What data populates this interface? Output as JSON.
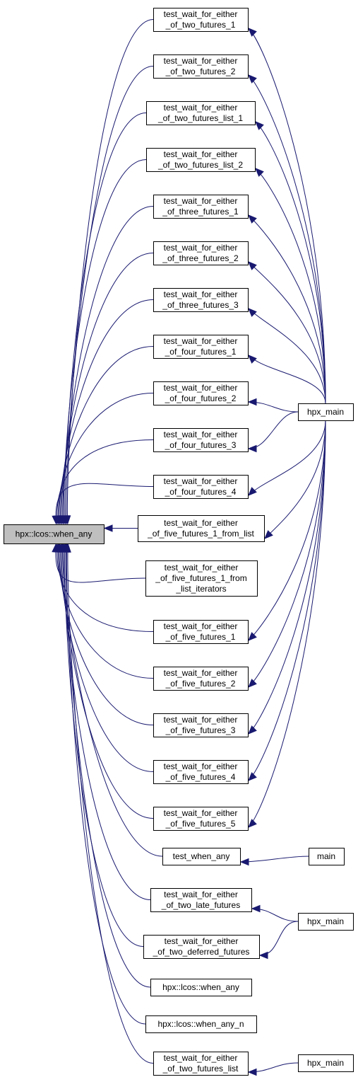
{
  "graph": {
    "root": {
      "id": "root",
      "lines": [
        "hpx::lcos::when_any"
      ]
    },
    "callers": [
      {
        "id": "c1",
        "lines": [
          "test_wait_for_either",
          "_of_two_futures_1"
        ]
      },
      {
        "id": "c2",
        "lines": [
          "test_wait_for_either",
          "_of_two_futures_2"
        ]
      },
      {
        "id": "c3",
        "lines": [
          "test_wait_for_either",
          "_of_two_futures_list_1"
        ]
      },
      {
        "id": "c4",
        "lines": [
          "test_wait_for_either",
          "_of_two_futures_list_2"
        ]
      },
      {
        "id": "c5",
        "lines": [
          "test_wait_for_either",
          "_of_three_futures_1"
        ]
      },
      {
        "id": "c6",
        "lines": [
          "test_wait_for_either",
          "_of_three_futures_2"
        ]
      },
      {
        "id": "c7",
        "lines": [
          "test_wait_for_either",
          "_of_three_futures_3"
        ]
      },
      {
        "id": "c8",
        "lines": [
          "test_wait_for_either",
          "_of_four_futures_1"
        ]
      },
      {
        "id": "c9",
        "lines": [
          "test_wait_for_either",
          "_of_four_futures_2"
        ]
      },
      {
        "id": "c10",
        "lines": [
          "test_wait_for_either",
          "_of_four_futures_3"
        ]
      },
      {
        "id": "c11",
        "lines": [
          "test_wait_for_either",
          "_of_four_futures_4"
        ]
      },
      {
        "id": "c12",
        "lines": [
          "test_wait_for_either",
          "_of_five_futures_1_from_list"
        ]
      },
      {
        "id": "c13",
        "lines": [
          "test_wait_for_either",
          "_of_five_futures_1_from",
          "_list_iterators"
        ]
      },
      {
        "id": "c14",
        "lines": [
          "test_wait_for_either",
          "_of_five_futures_1"
        ]
      },
      {
        "id": "c15",
        "lines": [
          "test_wait_for_either",
          "_of_five_futures_2"
        ]
      },
      {
        "id": "c16",
        "lines": [
          "test_wait_for_either",
          "_of_five_futures_3"
        ]
      },
      {
        "id": "c17",
        "lines": [
          "test_wait_for_either",
          "_of_five_futures_4"
        ]
      },
      {
        "id": "c18",
        "lines": [
          "test_wait_for_either",
          "_of_five_futures_5"
        ]
      },
      {
        "id": "c19",
        "lines": [
          "test_when_any"
        ]
      },
      {
        "id": "c20",
        "lines": [
          "test_wait_for_either",
          "_of_two_late_futures"
        ]
      },
      {
        "id": "c21",
        "lines": [
          "test_wait_for_either",
          "_of_two_deferred_futures"
        ]
      },
      {
        "id": "c22",
        "lines": [
          "hpx::lcos::when_any"
        ]
      },
      {
        "id": "c23",
        "lines": [
          "hpx::lcos::when_any_n"
        ]
      },
      {
        "id": "c24",
        "lines": [
          "test_wait_for_either",
          "_of_two_futures_list"
        ]
      }
    ],
    "drivers": [
      {
        "id": "d1",
        "lines": [
          "hpx_main"
        ]
      },
      {
        "id": "d2",
        "lines": [
          "main"
        ]
      },
      {
        "id": "d3",
        "lines": [
          "hpx_main"
        ]
      },
      {
        "id": "d4",
        "lines": [
          "hpx_main"
        ]
      }
    ],
    "edges": [
      [
        "d1",
        "c1"
      ],
      [
        "d1",
        "c2"
      ],
      [
        "d1",
        "c3"
      ],
      [
        "d1",
        "c4"
      ],
      [
        "d1",
        "c5"
      ],
      [
        "d1",
        "c6"
      ],
      [
        "d1",
        "c7"
      ],
      [
        "d1",
        "c8"
      ],
      [
        "d1",
        "c9"
      ],
      [
        "d1",
        "c10"
      ],
      [
        "d1",
        "c11"
      ],
      [
        "d1",
        "c12"
      ],
      [
        "d1",
        "c14"
      ],
      [
        "d1",
        "c15"
      ],
      [
        "d1",
        "c16"
      ],
      [
        "d1",
        "c17"
      ],
      [
        "d1",
        "c18"
      ],
      [
        "d2",
        "c19"
      ],
      [
        "d3",
        "c20"
      ],
      [
        "d3",
        "c21"
      ],
      [
        "d4",
        "c24"
      ]
    ]
  }
}
